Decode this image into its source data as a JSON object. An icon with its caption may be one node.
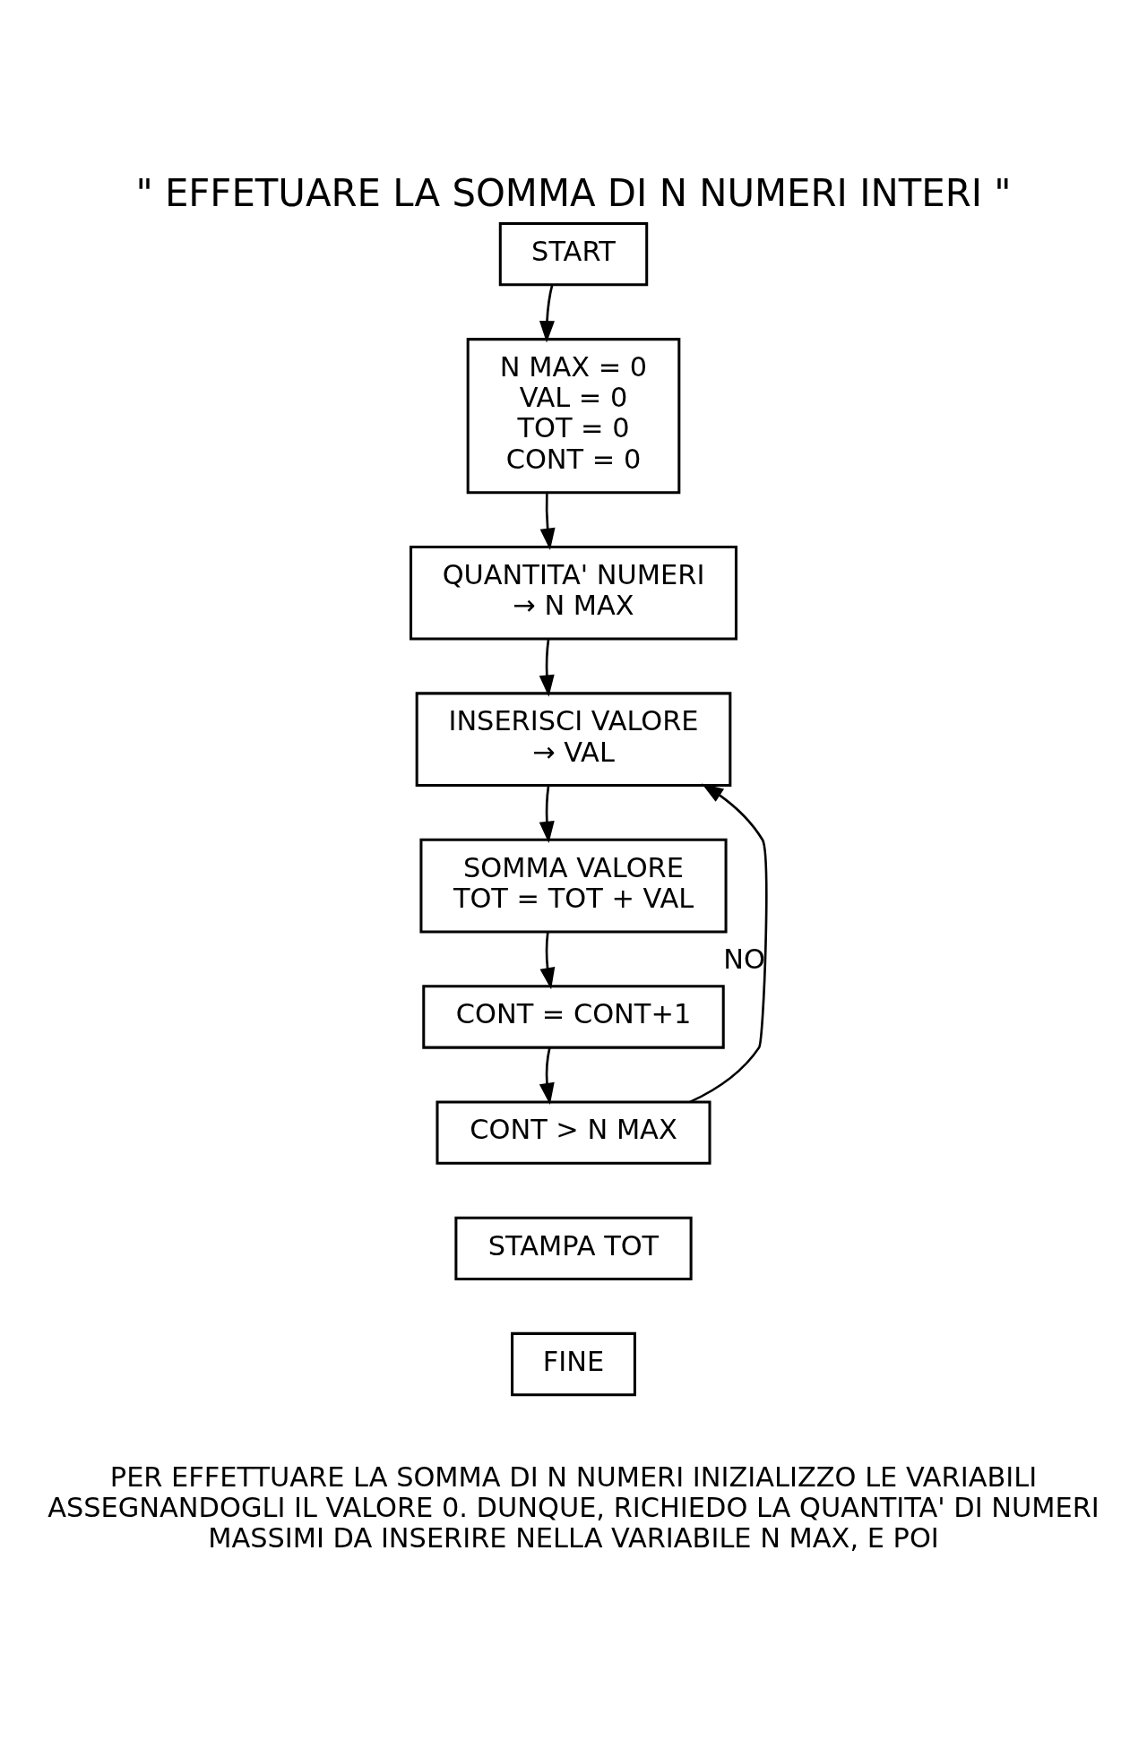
{
  "diagram": {
    "title": "\" EFFETUARE LA SOMMA DI N NUMERI INTERI \"",
    "caption": "PER EFFETTUARE LA SOMMA DI N NUMERI INIZIALIZZO LE VARIABILI ASSEGNANDOGLI IL VALORE 0. DUNQUE, RICHIEDO LA QUANTITA' DI NUMERI MASSIMI DA INSERIRE NELLA VARIABILE N MAX, E POI",
    "nodes": [
      {
        "text": [
          "START"
        ]
      },
      {
        "text": [
          "N MAX = 0",
          "VAL = 0",
          "TOT = 0",
          "CONT = 0"
        ]
      },
      {
        "text": [
          "QUANTITA' NUMERI",
          "→ N MAX"
        ]
      },
      {
        "text": [
          "INSERISCI VALORE",
          "→ VAL"
        ]
      },
      {
        "text": [
          "SOMMA VALORE",
          "TOT = TOT + VAL"
        ]
      },
      {
        "text": [
          "CONT = CONT+1"
        ]
      },
      {
        "text": [
          "CONT > N MAX"
        ]
      },
      {
        "text": [
          "STAMPA TOT"
        ]
      },
      {
        "text": [
          "FINE"
        ]
      }
    ],
    "edges": [
      {
        "from": 0,
        "to": 1,
        "arrow": "to"
      },
      {
        "from": 1,
        "to": 2,
        "arrow": "to"
      },
      {
        "from": 2,
        "to": 3,
        "arrow": "to"
      },
      {
        "from": 3,
        "to": 4,
        "arrow": "to"
      },
      {
        "from": 4,
        "to": 5,
        "arrow": "to"
      },
      {
        "from": 5,
        "to": 6,
        "arrow": "to"
      },
      {
        "from": 6,
        "to": 3,
        "arrow": "to",
        "label": "NO"
      }
    ]
  }
}
